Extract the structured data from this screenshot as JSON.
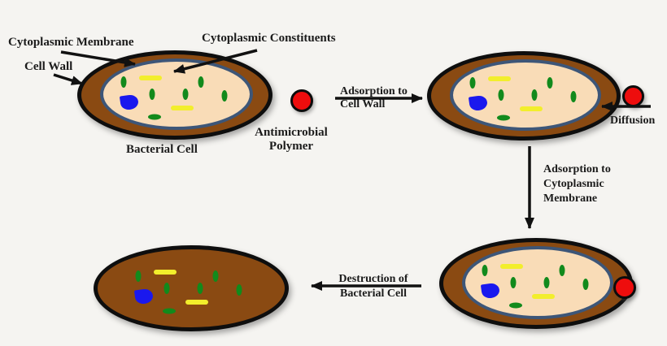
{
  "colors": {
    "background": "#f5f4f1",
    "wall_brown": "#8a4a12",
    "cytoplasm_peach": "#f9dcb7",
    "membrane_navy": "#3d5678",
    "polymer_red": "#ee0d0d",
    "granule_green": "#128a1c",
    "bar_yellow": "#f2ee2c",
    "blob_blue": "#1a18ee",
    "outline": "#0e0e0e",
    "text": "#1b1b1b"
  },
  "callouts": {
    "cytoplasmic_membrane": "Cytoplasmic Membrane",
    "cell_wall": "Cell Wall",
    "cytoplasmic_constituents": "Cytoplasmic Constituents",
    "bacterial_cell": "Bacterial Cell",
    "antimicrobial_line1": "Antimicrobial",
    "antimicrobial_line2": "Polymer",
    "diffusion": "Diffusion"
  },
  "steps": {
    "adsorption_wall": {
      "line1": "Adsorption to",
      "line2": "Cell Wall"
    },
    "adsorption_membrane": {
      "line1": "Adsorption to",
      "line2": "Cytoplasmic",
      "line3": "Membrane"
    },
    "destruction": {
      "line1": "Destruction of",
      "line2": "Bacterial Cell"
    }
  }
}
